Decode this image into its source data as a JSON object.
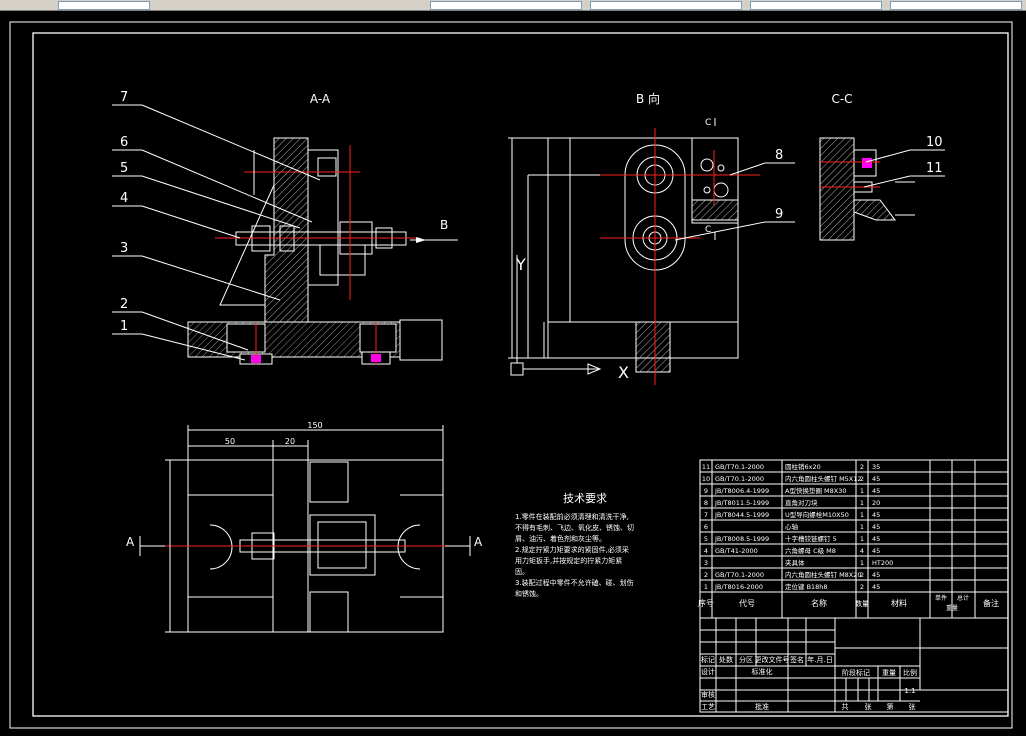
{
  "views": {
    "section_aa": "A-A",
    "view_b": "B 向",
    "section_cc": "C-C"
  },
  "callouts": [
    "7",
    "6",
    "5",
    "4",
    "3",
    "2",
    "1",
    "8",
    "9",
    "10",
    "11"
  ],
  "markers": {
    "b_arrow": "B",
    "a_left": "A",
    "a_right": "A",
    "axis_y": "Y",
    "axis_x": "X",
    "c_top": "C",
    "c_bottom": "C"
  },
  "dimensions": {
    "overall_width": "150",
    "dim_left": "50",
    "dim_mid": "20"
  },
  "tech_requirements": {
    "title": "技术要求",
    "lines": [
      "1.零件在装配前必须清理和清洗干净,",
      "不得有毛刺、飞边、氧化皮、锈蚀、切",
      "屑、油污、着色剂和灰尘等。",
      "2.规定拧紧力矩要求的紧固件,必须采",
      "用力矩扳手,并按规定的拧紧力矩紧",
      "固。",
      "3.装配过程中零件不允许磕、碰、划伤",
      "和锈蚀。"
    ]
  },
  "parts_list": {
    "rows": [
      {
        "no": "11",
        "code": "GB/T70.1-2000",
        "name": "圆柱销6x20",
        "qty": "2",
        "material": "35"
      },
      {
        "no": "10",
        "code": "GB/T70.1-2000",
        "name": "内六角圆柱头螺钉 M5X12",
        "qty": "2",
        "material": "45"
      },
      {
        "no": "9",
        "code": "JB/T8006.4-1999",
        "name": "A型快换垫圈 M8X30",
        "qty": "1",
        "material": "45"
      },
      {
        "no": "8",
        "code": "JB/T8011.5-1999",
        "name": "直角对刀块",
        "qty": "1",
        "material": "20"
      },
      {
        "no": "7",
        "code": "JB/T8044.5-1999",
        "name": "U型导向螺栓M10X50",
        "qty": "1",
        "material": "45"
      },
      {
        "no": "6",
        "code": "",
        "name": "心轴",
        "qty": "1",
        "material": "45"
      },
      {
        "no": "5",
        "code": "JB/T8008.5-1999",
        "name": "十字槽铰链螺钉 5",
        "qty": "1",
        "material": "45"
      },
      {
        "no": "4",
        "code": "GB/T41-2000",
        "name": "六角螺母 C级 M8",
        "qty": "4",
        "material": "45"
      },
      {
        "no": "3",
        "code": "",
        "name": "夹具体",
        "qty": "1",
        "material": "HT200"
      },
      {
        "no": "2",
        "code": "GB/T70.1-2000",
        "name": "内六角圆柱头螺钉 M8X20",
        "qty": "2",
        "material": "45"
      },
      {
        "no": "1",
        "code": "JB/T8016-2000",
        "name": "定位键 B18h8",
        "qty": "2",
        "material": "45"
      }
    ],
    "headers": {
      "no": "序号",
      "code": "代号",
      "name": "名称",
      "qty": "数量",
      "material": "材料",
      "single": "单件",
      "total": "总计",
      "weight": "重量",
      "remark": "备注"
    }
  },
  "title_block": {
    "mark": "标记",
    "count": "处数",
    "zone": "分区",
    "change_doc": "更改文件号",
    "signature": "签名",
    "date": "年.月.日",
    "design": "设计",
    "standardize": "标准化",
    "review": "审核",
    "process": "工艺",
    "approve": "批准",
    "stage_mark": "阶段标记",
    "weight": "重量",
    "scale": "比例",
    "scale_value": "1:1",
    "sheets_total": "共",
    "sheets": "张",
    "sheet_no": "第",
    "sheet": "张"
  }
}
